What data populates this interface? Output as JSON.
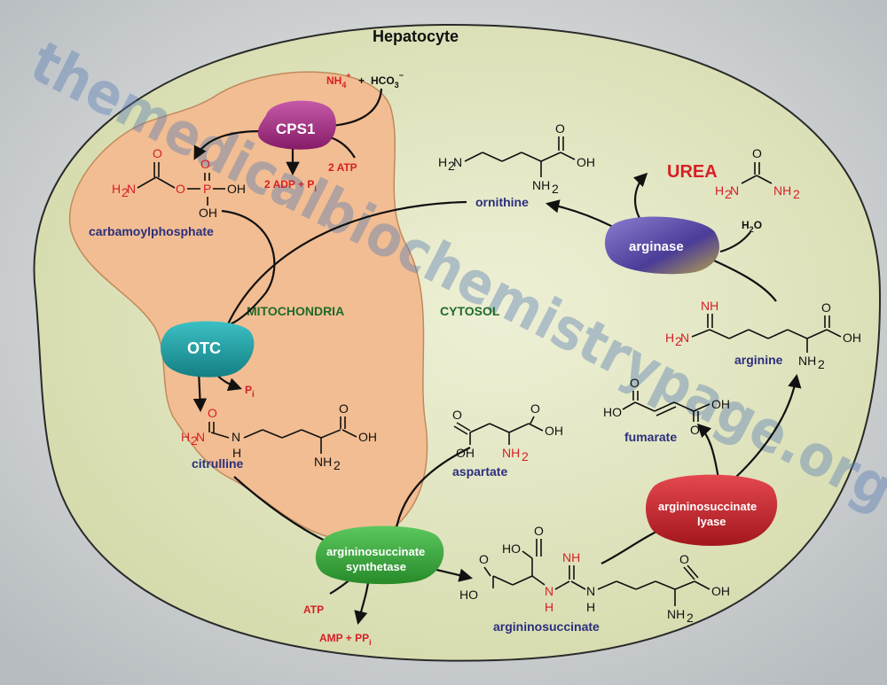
{
  "cell": {
    "title": "Hepatocyte"
  },
  "compartments": {
    "mitochondria": "MITOCHONDRIA",
    "cytosol": "CYTOSOL"
  },
  "enzymes": {
    "cps1": "CPS1",
    "otc": "OTC",
    "ass_line1": "argininosuccinate",
    "ass_line2": "synthetase",
    "asl_line1": "argininosuccinate",
    "asl_line2": "lyase",
    "arginase": "arginase"
  },
  "metabolites": {
    "carbamoylphosphate": "carbamoylphosphate",
    "citrulline": "citrulline",
    "aspartate": "aspartate",
    "argininosuccinate": "argininosuccinate",
    "fumarate": "fumarate",
    "arginine": "arginine",
    "ornithine": "ornithine",
    "urea": "UREA"
  },
  "cofactors": {
    "nh4": "NH",
    "nh4_sub": "4",
    "nh4_sup": "+",
    "plus": "+",
    "hco3": "HCO",
    "hco3_sub": "3",
    "hco3_sup": "−",
    "two_atp": "2 ATP",
    "two_adp": "2  ADP + P",
    "two_adp_sub": "i",
    "pi": "P",
    "pi_sub": "i",
    "atp": "ATP",
    "amp": "AMP + PP",
    "amp_sub": "i",
    "h2o": "H",
    "h2o_sub": "2",
    "h2o_o": "O"
  },
  "watermark": "themedicalbiochemistrypage.org",
  "colors": {
    "cell_fill": "#e2e6c4",
    "mitochondria_fill": "#f2bd92",
    "cps1": "#a0267e",
    "otc": "#1f9fa3",
    "ass": "#3aaa3d",
    "asl": "#c5222a",
    "arginase": "#5a4aa6",
    "metabolite_name": "#2b2f7d",
    "heteroatom": "#d61f26"
  }
}
